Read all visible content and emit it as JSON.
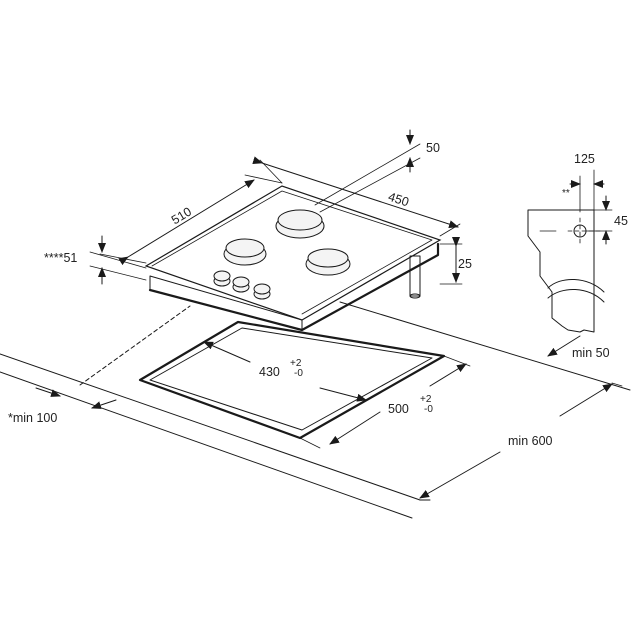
{
  "colors": {
    "line": "#1a1a1a",
    "background": "#ffffff"
  },
  "labels": {
    "dim_50_top": "50",
    "dim_510": "510",
    "dim_450": "450",
    "dim_51": "****51",
    "dim_25": "25",
    "dim_430": "430",
    "tol_430_plus": "+2",
    "tol_430_minus": "-0",
    "dim_500": "500",
    "tol_500_plus": "+2",
    "tol_500_minus": "-0",
    "min_100": "*min 100",
    "min_600": "min 600",
    "min_50": "min 50",
    "dim_125": "125",
    "dim_45": "45",
    "double_star": "**"
  }
}
